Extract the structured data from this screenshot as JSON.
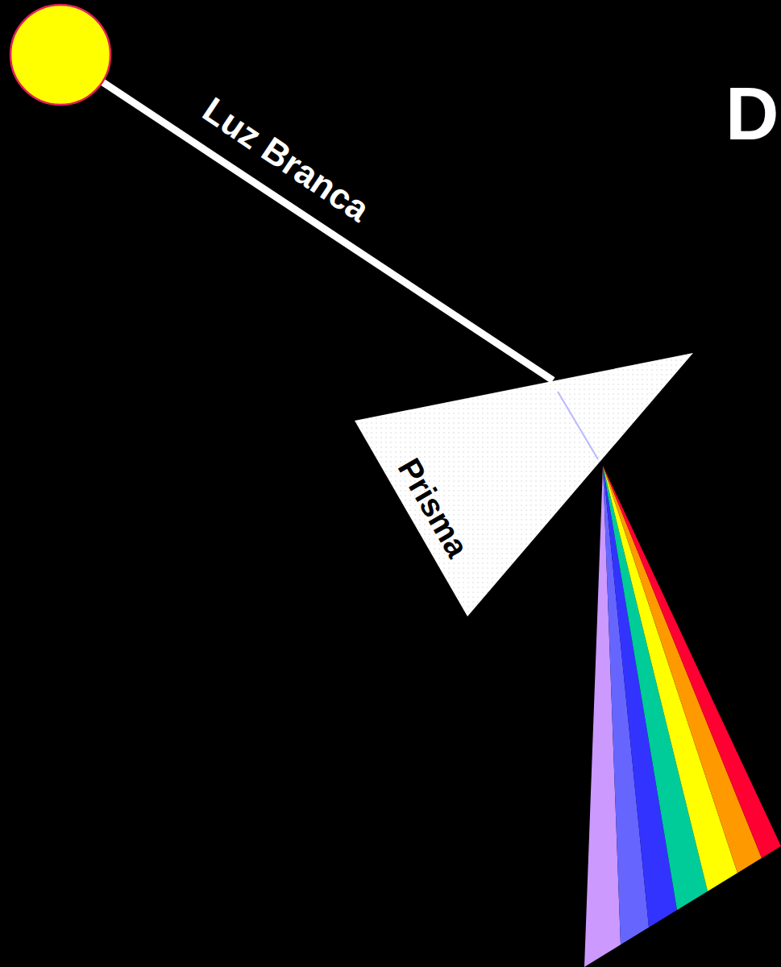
{
  "diagram": {
    "title": "D",
    "nodes": [
      {
        "text": [
          "Prisma"
        ]
      }
    ],
    "labels": [
      "Luz Branca"
    ]
  }
}
